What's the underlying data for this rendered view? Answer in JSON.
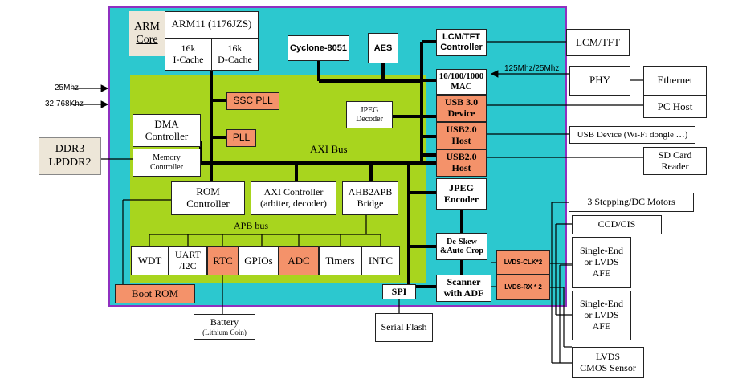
{
  "colors": {
    "soc_bg": "#2cc8cf",
    "axi_bg": "#a8d51e",
    "orange_block": "#f4926a",
    "beige_block": "#ede6d8",
    "soc_border": "#9030c0"
  },
  "arm": {
    "core_label_line1": "ARM",
    "core_label_line2": "Core",
    "cpu_title": "ARM11 (1176JZS)",
    "icache_line1": "16k",
    "icache_line2": "I-Cache",
    "dcache_line1": "16k",
    "dcache_line2": "D-Cache"
  },
  "top_blocks": {
    "cyclone": "Cyclone-8051",
    "aes": "AES",
    "lcm_ctrl_line1": "LCM/TFT",
    "lcm_ctrl_line2": "Controller"
  },
  "clocks": {
    "clk1": "25Mhz",
    "clk2": "32.768Khz",
    "phy_clk": "125Mhz/25Mhz"
  },
  "memory": {
    "ddr_line1": "DDR3",
    "ddr_line2": "LPDDR2",
    "memctrl_line1": "Memory",
    "memctrl_line2": "Controller",
    "dma_line1": "DMA",
    "dma_line2": "Controller"
  },
  "pll": {
    "ssc": "SSC PLL",
    "pll": "PLL"
  },
  "buses": {
    "axi": "AXI Bus",
    "apb": "APB bus"
  },
  "jpeg_decoder": {
    "line1": "JPEG",
    "line2": "Decoder"
  },
  "right_col": {
    "mac_line1": "10/100/1000",
    "mac_line2": "MAC",
    "usb3_line1": "USB 3.0",
    "usb3_line2": "Device",
    "usb2h_line1": "USB2.0",
    "usb2h_line2": "Host",
    "usb2h2_line1": "USB2.0",
    "usb2h2_line2": "Host",
    "jpeg_enc_line1": "JPEG",
    "jpeg_enc_line2": "Encoder",
    "deskew_line1": "De-Skew",
    "deskew_line2": "&Auto Crop",
    "scanner_line1": "Scanner",
    "scanner_line2": "with ADF",
    "lvds_clk": "LVDS-CLK*2",
    "lvds_rx": "LVDS-RX * 2"
  },
  "controllers": {
    "rom_line1": "ROM",
    "rom_line2": "Controller",
    "axi_ctrl_line1": "AXI Controller",
    "axi_ctrl_line2": "(arbiter, decoder)",
    "ahb_line1": "AHB2APB",
    "ahb_line2": "Bridge"
  },
  "peripherals": {
    "wdt": "WDT",
    "uart_line1": "UART",
    "uart_line2": "/I2C",
    "rtc": "RTC",
    "gpio": "GPIOs",
    "adc": "ADC",
    "timers": "Timers",
    "intc": "INTC"
  },
  "boot_rom": "Boot ROM",
  "spi": "SPI",
  "battery_line1": "Battery",
  "battery_line2": "(Lithium Coin)",
  "serial_flash": "Serial Flash",
  "external": {
    "lcm": "LCM/TFT",
    "phy": "PHY",
    "ethernet": "Ethernet",
    "pc_host": "PC Host",
    "usb_device": "USB Device (Wi-Fi dongle …)",
    "sd_line1": "SD Card",
    "sd_line2": "Reader",
    "motors": "3 Stepping/DC Motors",
    "ccd": "CCD/CIS",
    "afe1_line1": "Single-End",
    "afe1_line2": "or LVDS",
    "afe1_line3": "AFE",
    "afe2_line1": "Single-End",
    "afe2_line2": "or LVDS",
    "afe2_line3": "AFE",
    "cmos_line1": "LVDS",
    "cmos_line2": "CMOS Sensor"
  }
}
